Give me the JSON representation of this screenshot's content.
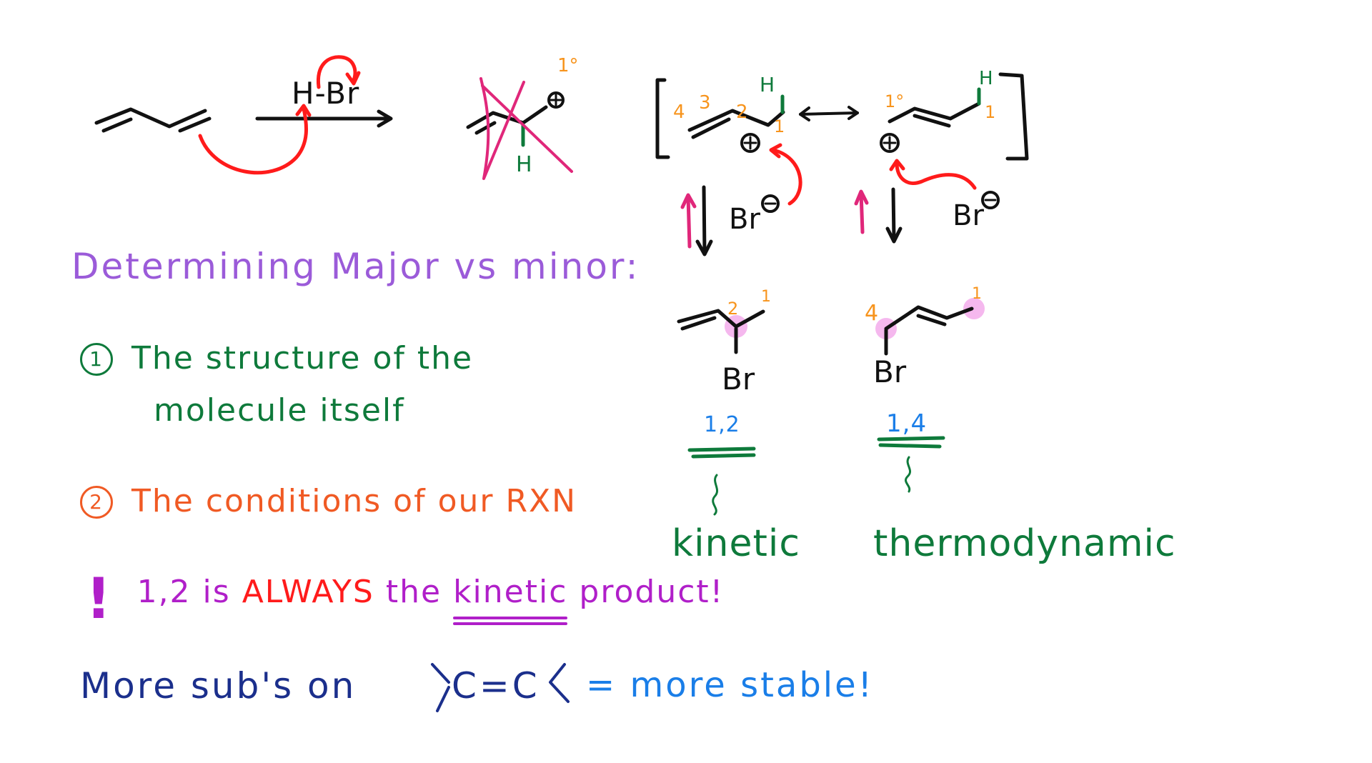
{
  "reaction": {
    "reagent": "H-Br",
    "reactant": "1,3-butadiene (skeletal)",
    "intermediate_rejected_label": "1°",
    "intermediate_rejected_H": "H",
    "resonance": {
      "left": {
        "numbers": [
          "4",
          "3",
          "2",
          "1"
        ],
        "H": "H",
        "charge": "⊕"
      },
      "right": {
        "primary_label": "1°",
        "number": "1",
        "H": "H",
        "charge": "⊕"
      },
      "arrow": "↔"
    },
    "nucleophile": {
      "symbol": "Br",
      "charge": "⊖"
    }
  },
  "products": {
    "p12": {
      "numbers": [
        "2",
        "1"
      ],
      "substituent": "Br",
      "position_label": "1,2",
      "type_label": "kinetic"
    },
    "p14": {
      "numbers": [
        "4",
        "1"
      ],
      "substituent": "Br",
      "position_label": "1,4",
      "type_label": "thermodynamic"
    }
  },
  "notes": {
    "heading": "Determining Major vs minor:",
    "item1_number": "1",
    "item1_line1": "The structure of the",
    "item1_line2": "molecule itself",
    "item2_number": "2",
    "item2_text": "The conditions of our RXN",
    "warning_mark": "!",
    "warning_pre": "1,2 is",
    "warning_always": "ALWAYS",
    "warning_the": "the",
    "warning_kinetic": "kinetic",
    "warning_post": "product!",
    "stability_pre": "More sub's on",
    "stability_alkene": ">C=C<",
    "stability_post": "= more stable!"
  },
  "colors": {
    "heading": "#9b5bd9",
    "green": "#0e7a3b",
    "orange_item": "#f05a24",
    "number_orange": "#f7941d",
    "arrow_red": "#ff1b1b",
    "cross_pink": "#e0277a",
    "magenta": "#b01fc9",
    "navy": "#1b2f8c",
    "blue": "#1a7ee8",
    "highlight": "#f3a6ea"
  }
}
